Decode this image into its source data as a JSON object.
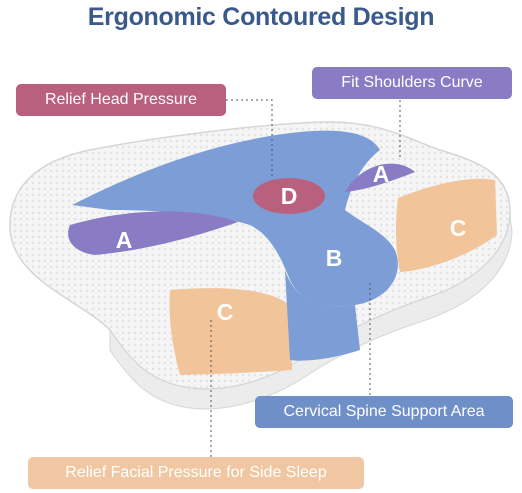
{
  "title": "Ergonomic Contoured Design",
  "callouts": {
    "head": "Relief Head Pressure",
    "shoulders": "Fit Shoulders Curve",
    "spine": "Cervical Spine Support Area",
    "face": "Relief Facial Pressure for Side Sleep"
  },
  "zones": {
    "a_left": "A",
    "a_right": "A",
    "b": "B",
    "c_left": "C",
    "c_right": "C",
    "d": "D"
  },
  "colors": {
    "title": "#3a5a8c",
    "zone_a": "#8a7cc4",
    "zone_b": "#7d9dd6",
    "zone_c": "#f2c49a",
    "zone_d": "#b9607e",
    "pillow": "#f4f4f4"
  }
}
